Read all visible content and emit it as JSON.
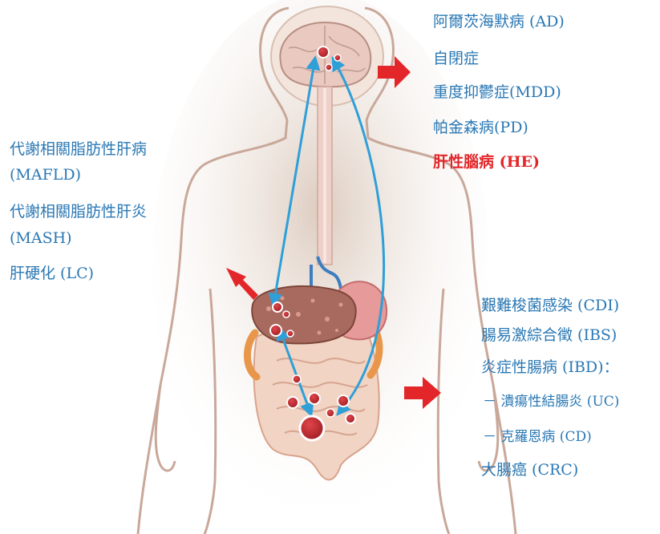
{
  "colors": {
    "label_blue": "#2a78b4",
    "highlight_red": "#e3262a",
    "arrow_red": "#e3262a",
    "axis_arrow_blue": "#2f9fd8",
    "organ_dot_red": "#c0272d"
  },
  "brain_group": {
    "labels": [
      "阿爾茨海默病 (AD)",
      "自閉症",
      "重度抑鬱症(MDD)",
      "帕金森病(PD)"
    ],
    "highlight": "肝性腦病 (HE)"
  },
  "liver_group": {
    "labels": [
      "代謝相關脂肪性肝病",
      "(MAFLD)",
      "代謝相關脂肪性肝炎",
      "(MASH)",
      "肝硬化 (LC)"
    ]
  },
  "gut_group": {
    "labels": [
      "艱難梭菌感染 (CDI)",
      "腸易激綜合徵 (IBS)",
      "炎症性腸病 (IBD)："
    ],
    "subitems": [
      "－ 潰瘍性結腸炎 (UC)",
      "－ 克羅恩病 (CD)"
    ],
    "last": "大腸癌 (CRC)"
  }
}
